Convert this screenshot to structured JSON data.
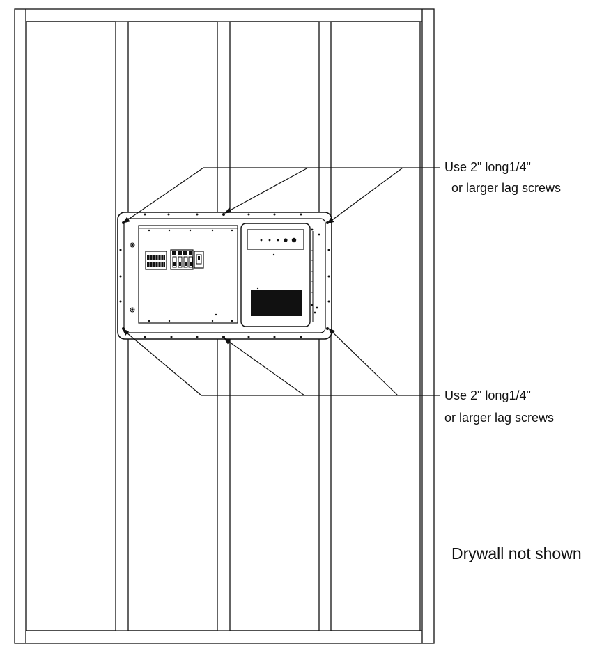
{
  "callouts": {
    "top": {
      "line1": "Use 2\" long1/4\"",
      "line2": "or larger lag screws"
    },
    "bottom": {
      "line1": "Use 2\" long1/4\"",
      "line2": "or larger lag screws"
    }
  },
  "note": "Drywall not shown",
  "colors": {
    "line": "#111111",
    "background": "#ffffff",
    "vent": "#111111"
  },
  "icons": [
    "lag-screw-icon",
    "led-indicator-icon",
    "vent-grille-icon",
    "terminal-block-icon",
    "breaker-icon",
    "switch-icon"
  ]
}
